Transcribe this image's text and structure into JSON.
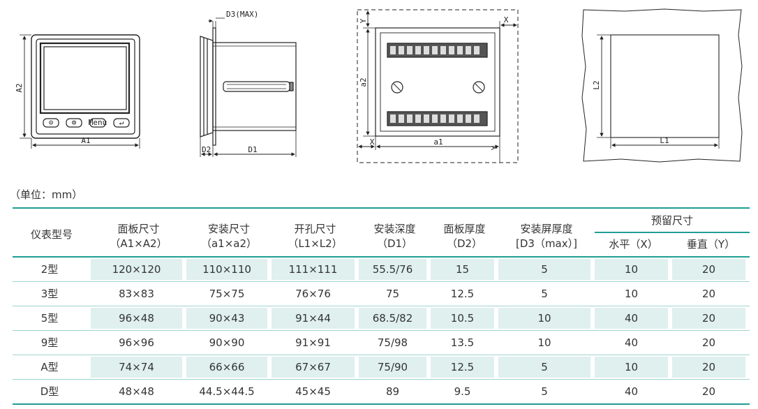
{
  "diagrams": {
    "front_view": {
      "height_label": "A2",
      "width_label": "A1",
      "buttons": [
        "⊙",
        "⊜",
        "Menu",
        "↵"
      ]
    },
    "side_view": {
      "top_label": "D3(MAX)",
      "d2_label": "D2",
      "d1_label": "D1"
    },
    "rear_view": {
      "y_label": "Y",
      "x_label": "X",
      "a2_label": "a2",
      "a1_label": "a1"
    },
    "cutout_view": {
      "l2_label": "L2",
      "l1_label": "L1"
    }
  },
  "unit_note": "（单位：mm）",
  "table": {
    "headers": {
      "model": "仪表型号",
      "panel_size": [
        "面板尺寸",
        "（A1×A2）"
      ],
      "install_size": [
        "安装尺寸",
        "（a1×a2）"
      ],
      "cutout_size": [
        "开孔尺寸",
        "（L1×L2）"
      ],
      "install_depth": [
        "安装深度",
        "（D1）"
      ],
      "panel_thickness": [
        "面板厚度",
        "（D2）"
      ],
      "screen_thickness": [
        "安装屏厚度",
        "[D3（max）]"
      ],
      "reserved": "预留尺寸",
      "horizontal": "水平（X）",
      "vertical": "垂直（Y）"
    },
    "rows": [
      [
        "2型",
        "120×120",
        "110×110",
        "111×111",
        "55.5/76",
        "15",
        "5",
        "10",
        "20"
      ],
      [
        "3型",
        "83×83",
        "75×75",
        "76×76",
        "75",
        "12.5",
        "5",
        "10",
        "20"
      ],
      [
        "5型",
        "96×48",
        "90×43",
        "91×44",
        "68.5/82",
        "10.5",
        "10",
        "40",
        "20"
      ],
      [
        "9型",
        "96×96",
        "90×90",
        "91×91",
        "75/98",
        "13.5",
        "10",
        "40",
        "20"
      ],
      [
        "A型",
        "74×74",
        "66×66",
        "67×67",
        "75/90",
        "12.5",
        "5",
        "10",
        "20"
      ],
      [
        "D型",
        "48×48",
        "44.5×44.5",
        "45×45",
        "89",
        "9.5",
        "5",
        "40",
        "20"
      ]
    ]
  }
}
